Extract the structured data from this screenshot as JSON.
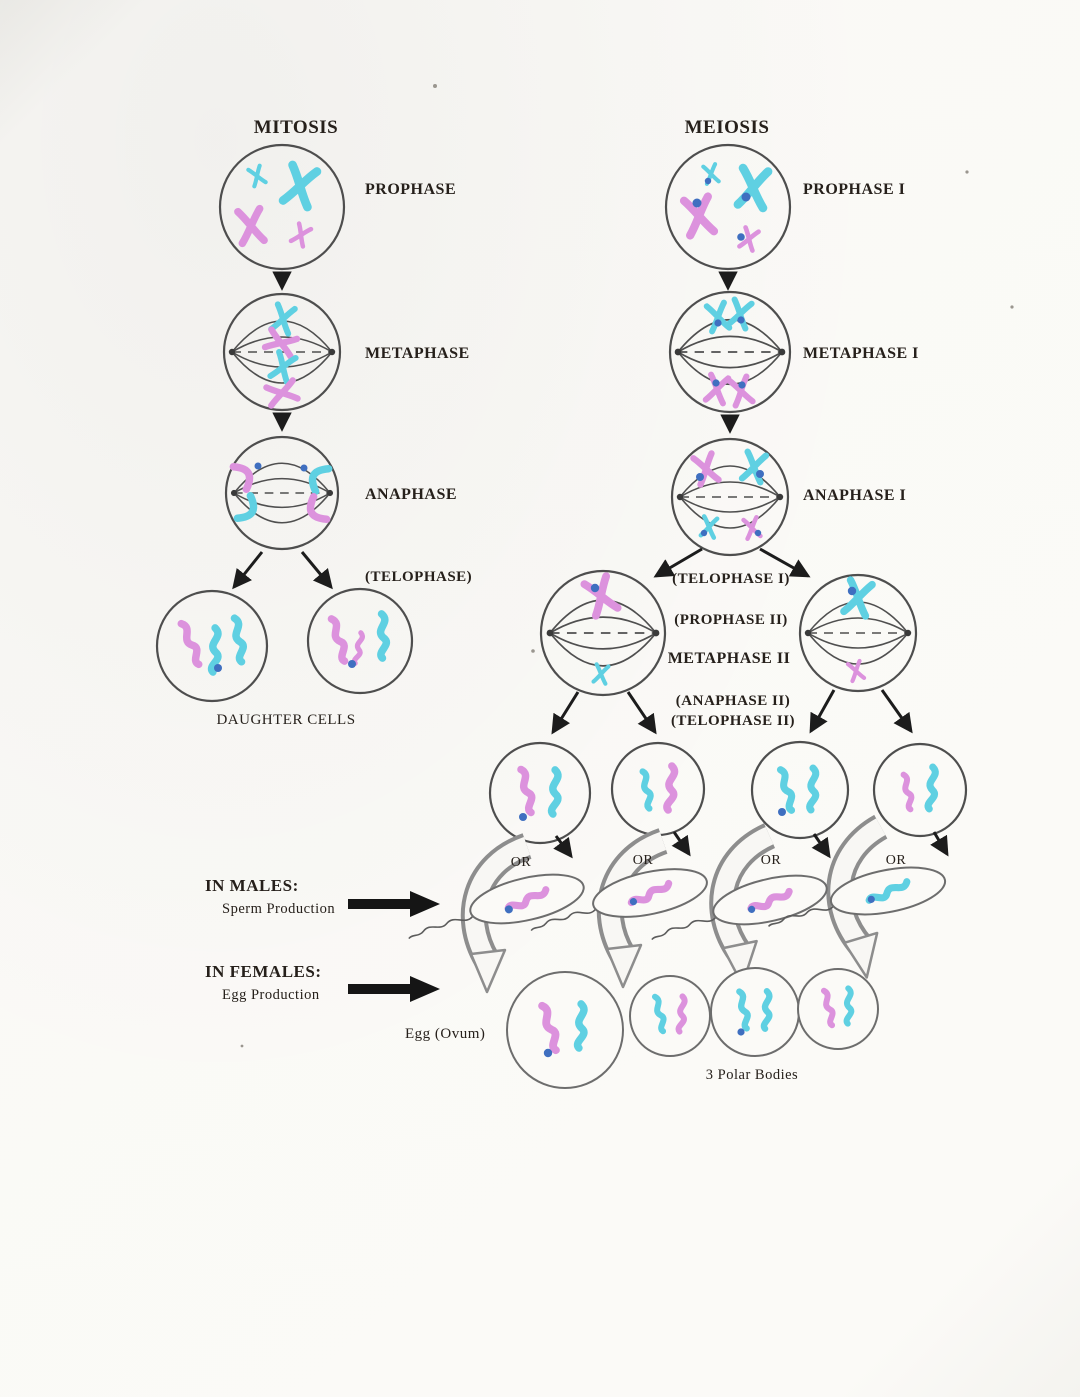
{
  "labels": {
    "mitosis": {
      "title": "MITOSIS",
      "prophase": "PROPHASE",
      "metaphase": "METAPHASE",
      "anaphase": "ANAPHASE",
      "telophase": "(TELOPHASE)",
      "daughter_cells": "DAUGHTER CELLS"
    },
    "meiosis": {
      "title": "MEIOSIS",
      "prophase1": "PROPHASE I",
      "metaphase1": "METAPHASE I",
      "anaphase1": "ANAPHASE I",
      "telophase1": "(TELOPHASE I)",
      "prophase2": "(PROPHASE II)",
      "metaphase2": "METAPHASE II",
      "anaphase2": "(ANAPHASE II)",
      "telophase2": "(TELOPHASE II)"
    },
    "gametes": {
      "or": [
        "OR",
        "OR",
        "OR",
        "OR"
      ],
      "in_males": "IN MALES:",
      "sperm_production": "Sperm Production",
      "in_females": "IN FEMALES:",
      "egg_production": "Egg Production",
      "egg_ovum": "Egg (Ovum)",
      "polar_bodies": "3 Polar Bodies"
    }
  },
  "colors": {
    "chromosome_cyan": "#5fd0e2",
    "chromosome_magenta": "#dc92dd",
    "centromere_blue": "#3f6fc0",
    "line": "#4e4e4e",
    "text": "#26201b",
    "paper": "#fbfaf7"
  }
}
